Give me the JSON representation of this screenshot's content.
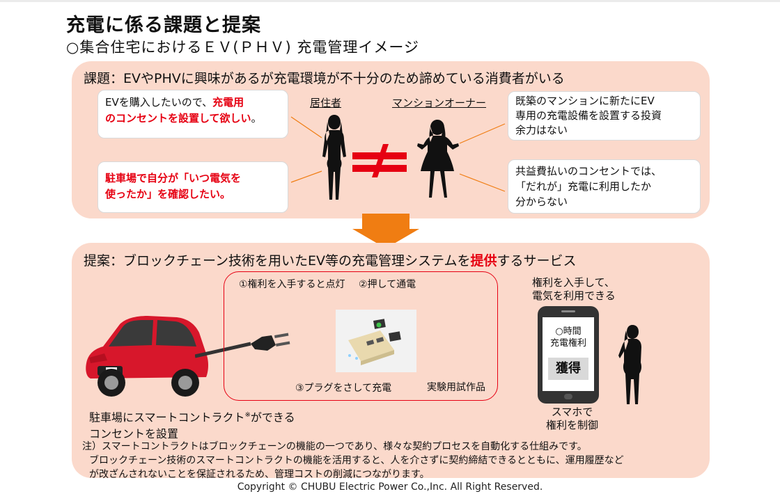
{
  "header": {
    "title": "充電に係る課題と提案",
    "subtitle": "○集合住宅におけるＥＶ(ＰＨＶ) 充電管理イメージ"
  },
  "issue": {
    "heading": "課題：EVやPHVに興味があるが充電環境が不十分のため諦めている消費者がいる",
    "resident_label": "居住者",
    "owner_label": "マンションオーナー",
    "not_equal_symbol": "≠",
    "resident_bubble1": {
      "prefix": "EVを購入したいので、",
      "highlight1": "充電用",
      "highlight2": "のコンセントを設置して欲しい",
      "suffix": "。"
    },
    "resident_bubble2": {
      "line1": "駐車場で自分が「いつ電気を",
      "line2": "使ったか」を確認したい。"
    },
    "owner_bubble1": {
      "line1": "既築のマンションに新たにEV",
      "line2": "専用の充電設備を設置する投資",
      "line3": "余力はない"
    },
    "owner_bubble2": {
      "line1": "共益費払いのコンセントでは、",
      "line2": "「だれが」充電に利用したか",
      "line3": "分からない"
    }
  },
  "proposal": {
    "heading_pre": "提案：ブロックチェーン技術を用いたEV等の充電管理システムを",
    "heading_hl": "提供",
    "heading_post": "するサービス",
    "step1": "①権利を入手すると点灯",
    "step2": "②押して通電",
    "step3": "③プラグをさして充電",
    "prototype_label": "実験用試作品",
    "car_caption_line1": "駐車場にスマートコントラクト",
    "car_caption_mark": "※",
    "car_caption_line1_end": "ができる",
    "car_caption_line2": "コンセントを設置",
    "phone_top_line1": "権利を入手して、",
    "phone_top_line2": "電気を利用できる",
    "phone_screen_line1": "○時間",
    "phone_screen_line2": "充電権利",
    "phone_button": "獲得",
    "phone_caption_line1": "スマホで",
    "phone_caption_line2": "権利を制御",
    "note_line1": "注）スマートコントラクトはブロックチェーンの機能の一つであり、様々な契約プロセスを自動化する仕組みです。",
    "note_line2": "ブロックチェーン技術のスマートコントラクトの機能を活用すると、人を介さずに契約締結できるとともに、運用履歴など",
    "note_line3": "が改ざんされないことを保証されるため、管理コストの削減につながります。"
  },
  "footer": {
    "copyright": "Copyright © CHUBU Electric Power Co.,Inc. All Right Reserved."
  },
  "colors": {
    "panel": "#fbd9cb",
    "accent_red": "#e60012",
    "arrow_orange": "#f07d12",
    "car_red": "#d7172b"
  }
}
